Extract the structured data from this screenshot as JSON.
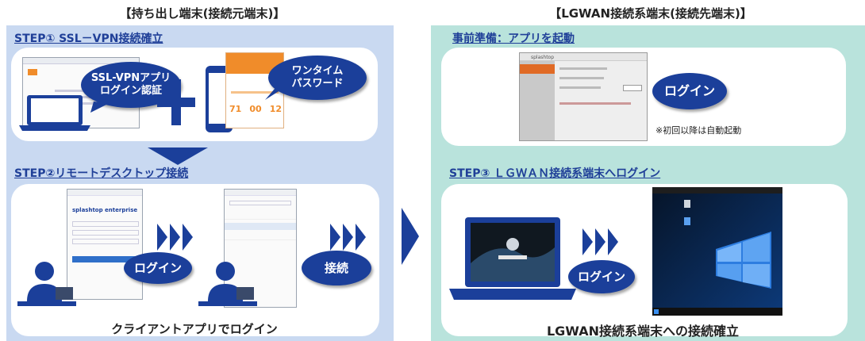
{
  "left": {
    "column_title": "【持ち出し端末(接続元端末)】",
    "step1": {
      "title": "STEP① SSL－VPN接続確立",
      "bubble_vpn_line1": "SSL-VPNアプリ",
      "bubble_vpn_line2": "ログイン認証",
      "bubble_otp_line1": "ワンタイム",
      "bubble_otp_line2": "パスワード",
      "otp_digits": [
        "71",
        "00",
        "12"
      ]
    },
    "step2": {
      "title": "STEP②リモートデスクトップ接続",
      "app_logo_text": "splashtop enterprise",
      "bubble_login": "ログイン",
      "bubble_connect": "接続",
      "caption": "クライアントアプリでログイン"
    }
  },
  "right": {
    "column_title": "【LGWAN接続系端末(接続先端末)】",
    "prep": {
      "title": "事前準備：アプリを起動",
      "app_logo_text": "splashtop",
      "bubble_login": "ログイン",
      "note": "※初回以降は自動起動"
    },
    "step3": {
      "title": "STEP③ ＬＧＷＡＮ接続系端末へログイン",
      "bubble_login": "ログイン",
      "caption": "LGWAN接続系端末への接続確立"
    }
  },
  "colors": {
    "navy": "#1b3f9a",
    "panel_left": "#c9d9f1",
    "panel_right": "#b9e3dc",
    "step_title": "#1f3f98",
    "otp_orange": "#f08c2a"
  }
}
